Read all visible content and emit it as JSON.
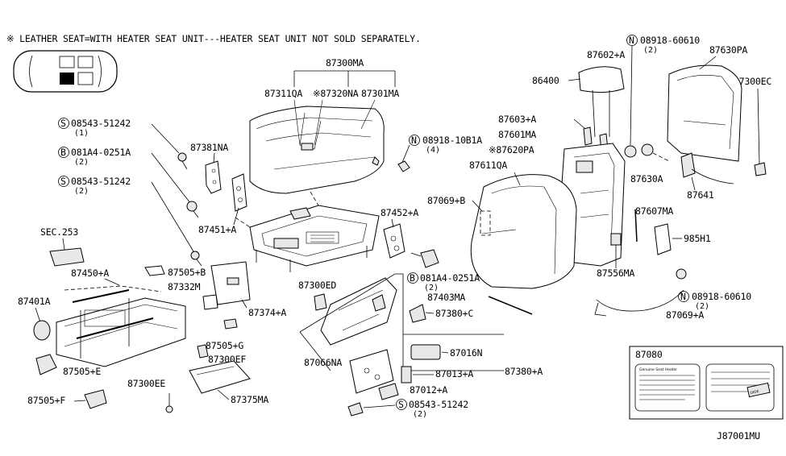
{
  "note": "※ LEATHER SEAT=WITH HEATER SEAT UNIT---HEATER SEAT UNIT NOT SOLD SEPARATELY.",
  "diagram_id": "J87001MU",
  "labels": {
    "p87300MA": "87300MA",
    "p87311QA": "87311QA",
    "p87320NA": "※87320NA",
    "p87301MA": "87301MA",
    "s08543_a": "08543-51242",
    "s08543_a_qty": "(1)",
    "b081A4_a": "081A4-0251A",
    "b081A4_a_qty": "(2)",
    "s08543_b": "08543-51242",
    "s08543_b_qty": "(2)",
    "p87381NA": "87381NA",
    "p87451A": "87451+A",
    "sec253": "SEC.253",
    "p87450A": "87450+A",
    "p87505B": "87505+B",
    "p87332M": "87332M",
    "p87374A": "87374+A",
    "p87401A": "87401A",
    "p87505E": "87505+E",
    "p87505G": "87505+G",
    "p87300EF": "87300EF",
    "p87300EE": "87300EE",
    "p87505F": "87505+F",
    "p87375MA": "87375MA",
    "p87300ED": "87300ED",
    "n08918_a": "08918-10B1A",
    "n08918_a_qty": "(4)",
    "p87452A": "87452+A",
    "b081A4_b": "081A4-0251A",
    "b081A4_b_qty": "(2)",
    "p87403MA": "87403MA",
    "p87380C": "87380+C",
    "p87066NA": "87066NA",
    "p87016N": "87016N",
    "p87013A": "87013+A",
    "p87012A": "87012+A",
    "p87380A": "87380+A",
    "s08543_c": "08543-51242",
    "s08543_c_qty": "(2)",
    "n08918_b": "08918-60610",
    "n08918_b_qty": "(2)",
    "p87602A": "87602+A",
    "p86400": "86400",
    "p87603A": "87603+A",
    "p87601MA": "87601MA",
    "p87620PA": "※87620PA",
    "p87611QA": "87611QA",
    "p87069B": "87069+B",
    "p87630PA": "87630PA",
    "p87300EC": "87300EC",
    "p87630A": "87630A",
    "p87641": "87641",
    "p87607MA": "87607MA",
    "p985H1": "985H1",
    "p87556MA": "87556MA",
    "n08918_c": "08918-60610",
    "n08918_c_qty": "(2)",
    "p87069A": "87069+A",
    "p87080": "87080"
  },
  "circle_marks": {
    "s": "S",
    "b": "B",
    "n": "N"
  },
  "label_card": {
    "heading": "Genuine Seat Heater",
    "stamp": "DIDE"
  }
}
